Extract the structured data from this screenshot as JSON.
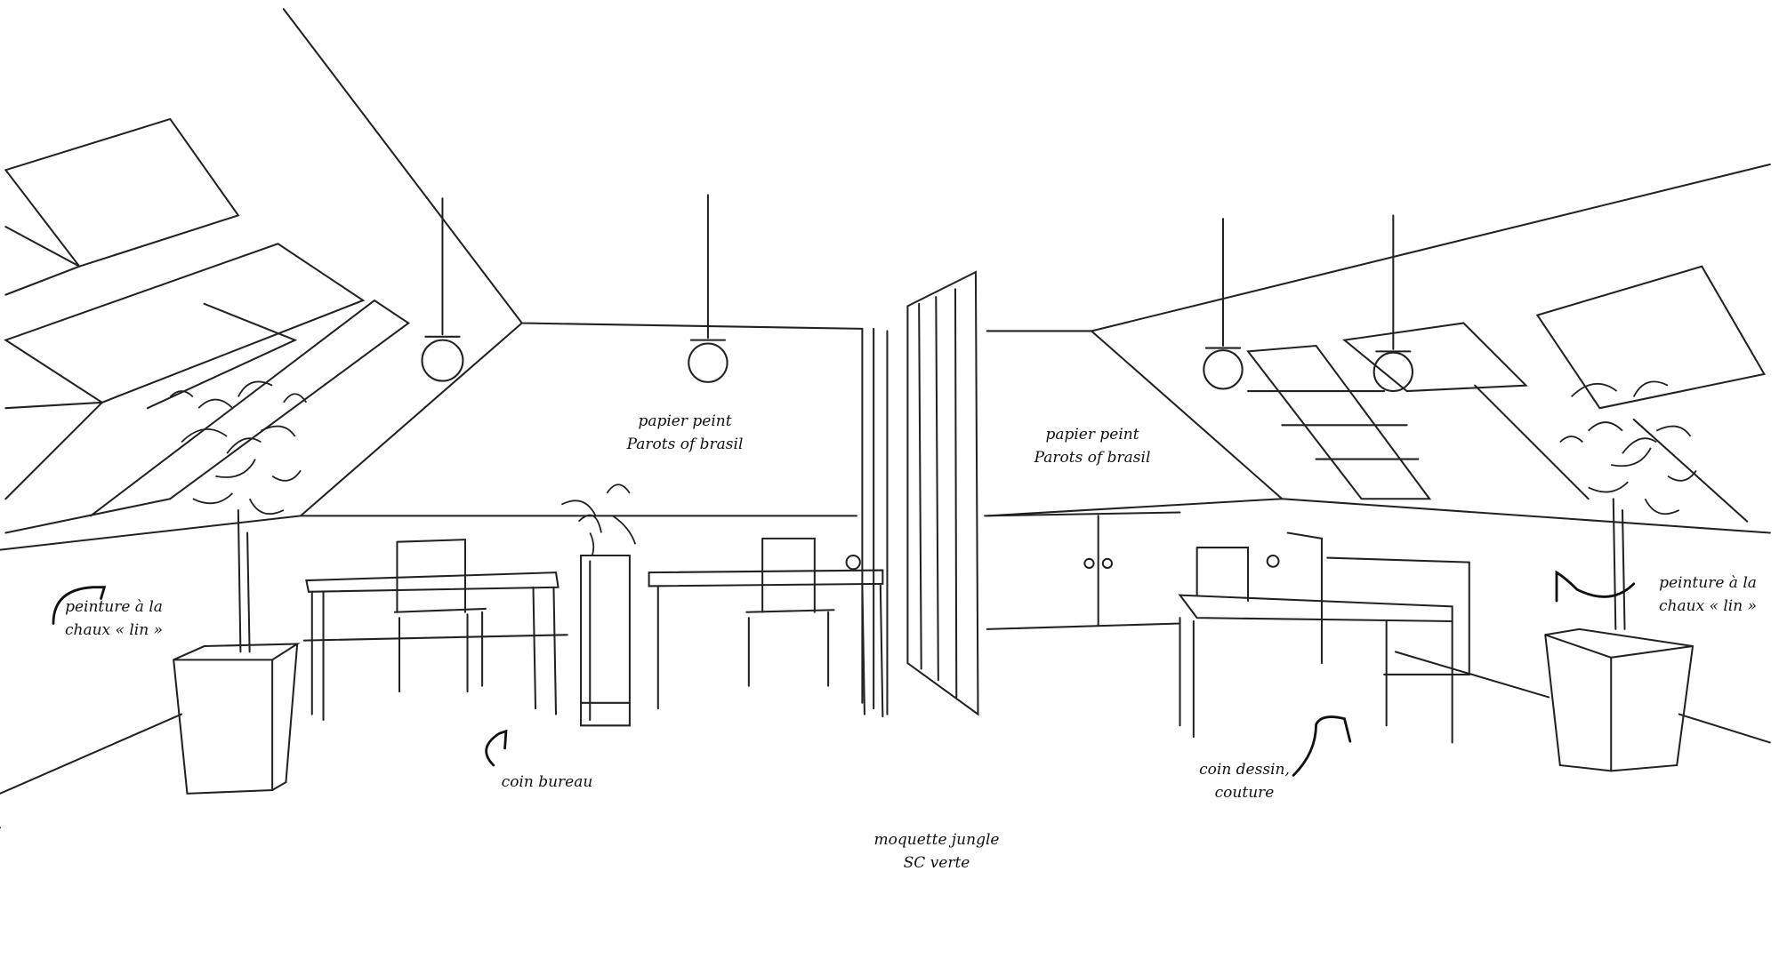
{
  "annotations": {
    "wallpaper_center": {
      "line1": "papier peint",
      "line2": "Parots of brasil"
    },
    "wallpaper_right": {
      "line1": "papier peint",
      "line2": "Parots of brasil"
    },
    "paint_left": {
      "line1": "peinture à la",
      "line2": "chaux « lin »"
    },
    "paint_right": {
      "line1": "peinture à la",
      "line2": "chaux « lin »"
    },
    "office_corner": "coin bureau",
    "drawing_corner": {
      "line1": "coin dessin,",
      "line2": "couture"
    },
    "carpet": {
      "line1": "moquette jungle",
      "line2": "SC verte"
    }
  },
  "colors": {
    "ink": "#222222",
    "paper": "#ffffff"
  }
}
